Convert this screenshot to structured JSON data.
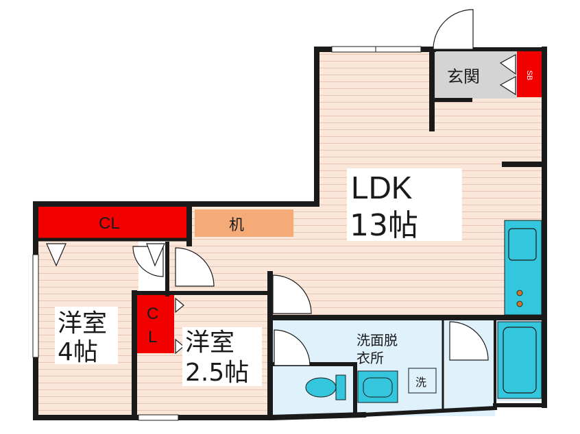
{
  "rooms": {
    "ldk": {
      "name": "LDK",
      "size": "13帖"
    },
    "genkan": {
      "name": "玄関"
    },
    "shoe_box": {
      "label": "SB"
    },
    "cl_main": {
      "label": "CL"
    },
    "desk": {
      "label": "机"
    },
    "cl_small": {
      "label_1": "C",
      "label_2": "L"
    },
    "western_1": {
      "name": "洋室",
      "size": "4帖"
    },
    "western_2": {
      "name": "洋室",
      "size": "2.5帖"
    },
    "washroom": {
      "name_1": "洗面脱",
      "name_2": "衣所"
    },
    "washer": {
      "label": "洗"
    }
  },
  "colors": {
    "floor_wood": "#fbe6da",
    "floor_stripe": "#e9c7b6",
    "wall": "#1a1a1a",
    "closet_red": "#f20000",
    "desk_orange": "#f5ab77",
    "wet_area_blue": "#dff1fb",
    "fixture_cyan": "#34c6dc",
    "entrance_gray": "#d4d4d4",
    "label_bg": "#ffffff"
  }
}
